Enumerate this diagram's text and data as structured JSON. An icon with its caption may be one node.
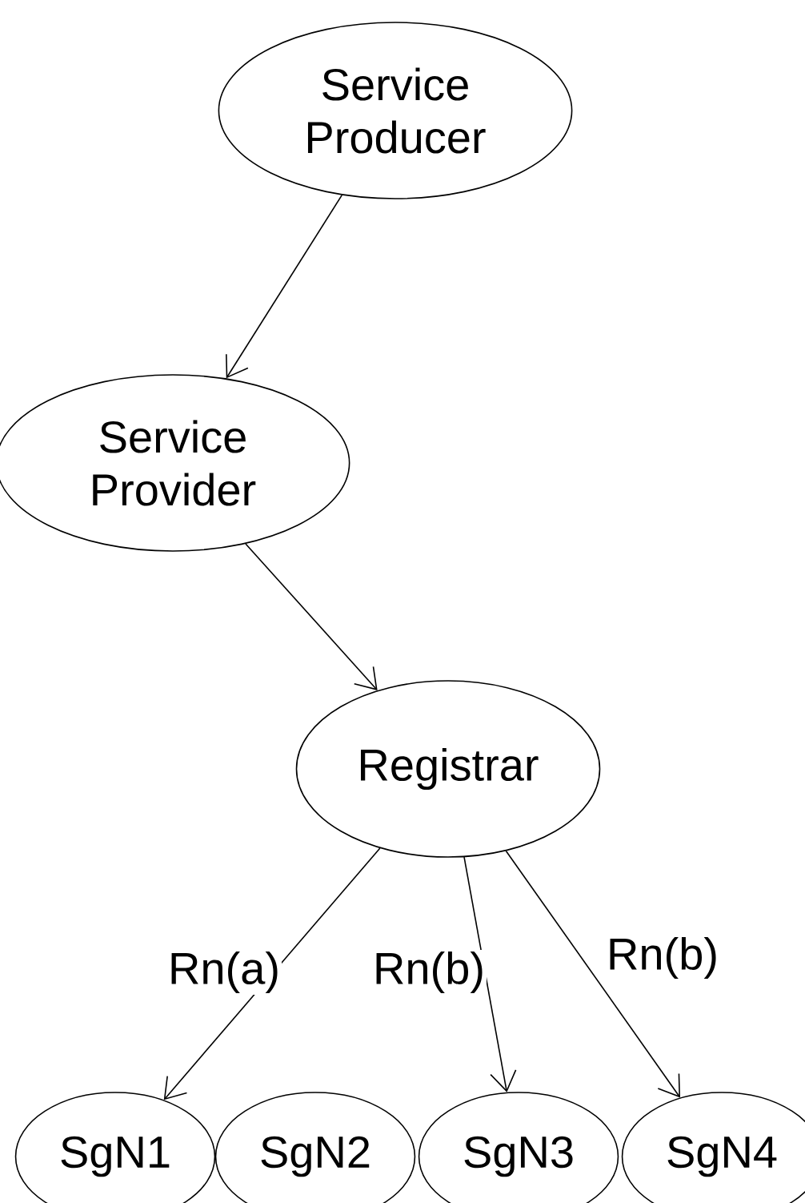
{
  "diagram": {
    "nodes": [
      {
        "text": [
          "Service Producer"
        ]
      },
      {
        "text": [
          "Service Provider"
        ]
      },
      {
        "text": [
          "Registrar"
        ]
      },
      {
        "text": [
          "SgN1"
        ]
      },
      {
        "text": [
          "SgN2"
        ]
      },
      {
        "text": [
          "SgN3"
        ]
      },
      {
        "text": [
          "SgN4"
        ]
      }
    ],
    "edges": [
      {
        "from": 0,
        "to": 1,
        "arrow": "to"
      },
      {
        "from": 1,
        "to": 2,
        "arrow": "to"
      },
      {
        "from": 2,
        "to": 3,
        "arrow": "to",
        "label": "Rn(a)"
      },
      {
        "from": 2,
        "to": 5,
        "arrow": "to",
        "label": "Rn(b)"
      },
      {
        "from": 2,
        "to": 6,
        "arrow": "to",
        "label": "Rn(b)"
      }
    ]
  }
}
